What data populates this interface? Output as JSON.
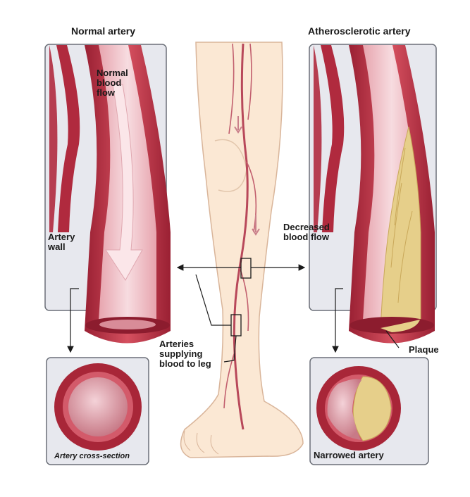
{
  "titles": {
    "normal": "Normal artery",
    "atherosclerotic": "Atherosclerotic artery"
  },
  "labels": {
    "normal_flow": [
      "Normal",
      "blood",
      "flow"
    ],
    "artery_wall": [
      "Artery",
      "wall"
    ],
    "decreased_flow": [
      "Decreased",
      "blood flow"
    ],
    "arteries_leg": [
      "Arteries",
      "supplying",
      "blood to leg"
    ],
    "plaque": "Plaque",
    "narrowed": "Narrowed artery",
    "cross_section": "Artery cross-section"
  },
  "colors": {
    "panel_bg": "#e7e8ee",
    "panel_border": "#6b6f78",
    "artery_dark": "#b02a3e",
    "artery_mid": "#cf4a5d",
    "lumen": "#f2c9cf",
    "flow_arrow": "#f6dadd",
    "plaque": "#e6cf8a",
    "skin": "#fbe8d4",
    "skin_outline": "#d9b59a",
    "vessel": "#b8485a"
  }
}
